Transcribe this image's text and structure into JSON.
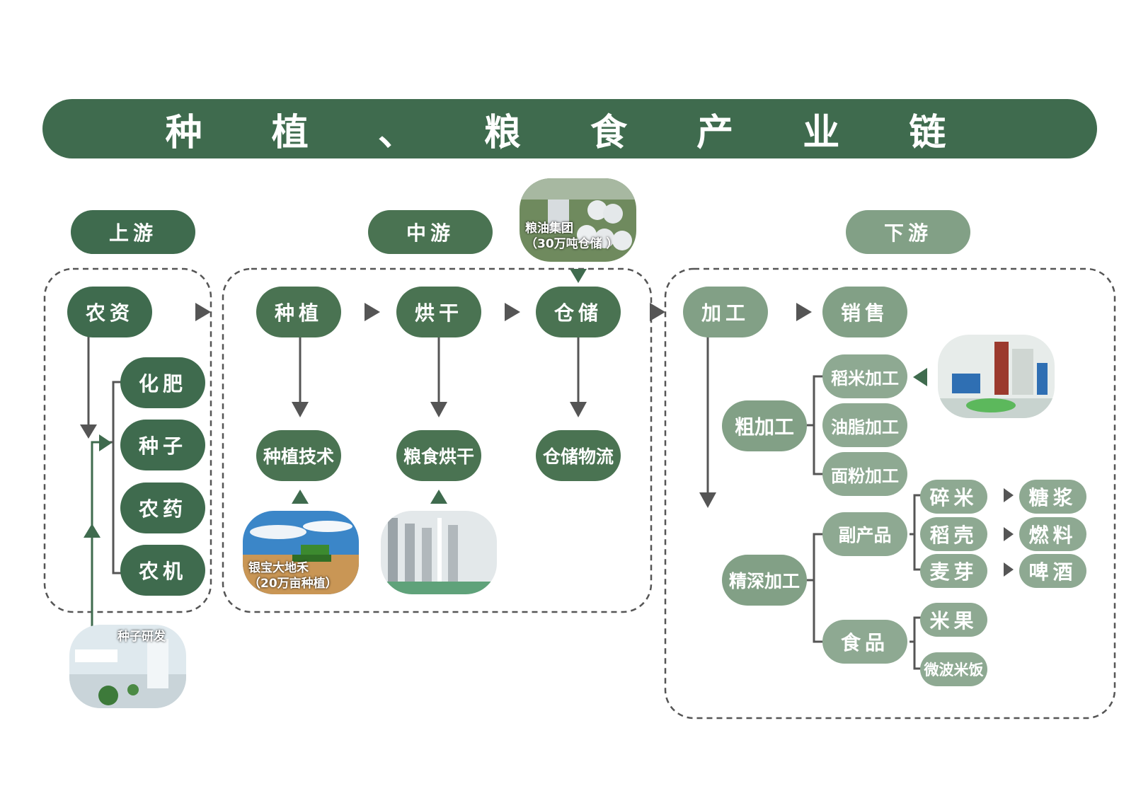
{
  "title": "种 植 、 粮 食 产 业 链",
  "sections": {
    "upstream": "上游",
    "midstream": "中游",
    "downstream": "下游"
  },
  "upstream": {
    "root": "农资",
    "items": [
      "化肥",
      "种子",
      "农药",
      "农机"
    ],
    "photo_caption": "种子研发"
  },
  "midstream": {
    "steps": [
      "种植",
      "烘干",
      "仓储"
    ],
    "outputs": [
      "种植技术",
      "粮食烘干",
      "仓储物流"
    ],
    "photo_planting": "银宝大地禾\n（20万亩种植）",
    "photo_storage": "粮油集团\n（30万吨仓储 ）"
  },
  "downstream": {
    "steps": [
      "加工",
      "销售"
    ],
    "coarse": "粗加工",
    "coarse_items": [
      "稻米加工",
      "油脂加工",
      "面粉加工"
    ],
    "deep": "精深加工",
    "byproduct": "副产品",
    "byproduct_items": [
      "碎米",
      "稻壳",
      "麦芽"
    ],
    "byproduct_outputs": [
      "糖浆",
      "燃料",
      "啤酒"
    ],
    "food": "食品",
    "food_items": [
      "米果",
      "微波米饭"
    ]
  },
  "colors": {
    "dark": "#3f6b4e",
    "light": "#82a086",
    "line": "#555555"
  }
}
